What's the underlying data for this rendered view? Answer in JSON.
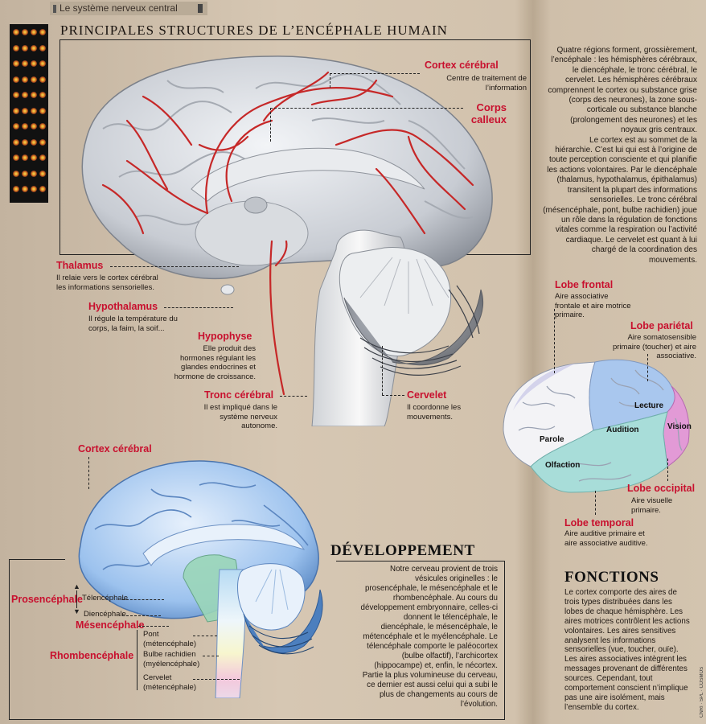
{
  "header": {
    "section": "Le système nerveux central"
  },
  "main_title": "PRINCIPALES STRUCTURES DE L’ENCÉPHALE HUMAIN",
  "intro_paragraphs": [
    "Quatre régions forment, grossièrement, l’encéphale : les hémisphères cérébraux, le diencéphale, le tronc cérébral, le cervelet. Les hémisphères cérébraux comprennent le cortex ou substance grise (corps des neurones), la zone sous-corticale ou substance blanche (prolongement des neurones) et les noyaux gris centraux.",
    "Le cortex est au sommet de la hiérarchie. C’est lui qui est à l’origine de toute perception consciente et qui planifie les actions volontaires. Par le diencéphale (thalamus, hypothalamus, épithalamus) transitent la plupart des informations sensorielles. Le tronc cérébral (mésencéphale, pont, bulbe rachidien) joue un rôle dans la régulation de fonctions vitales comme la respiration ou l’activité cardiaque. Le cervelet est quant à lui chargé de la coordination des mouvements."
  ],
  "structures": {
    "cortex": {
      "name": "Cortex cérébral",
      "desc": "Centre de traitement de l’information"
    },
    "corps_calleux": {
      "name": "Corps calleux"
    },
    "thalamus": {
      "name": "Thalamus",
      "desc": "Il relaie vers le cortex cérébral les informations sensorielles."
    },
    "hypothalamus": {
      "name": "Hypothalamus",
      "desc": "Il régule la température du corps, la faim, la soif..."
    },
    "hypophyse": {
      "name": "Hypophyse",
      "desc": "Elle produit des hormones régulant les glandes endocrines et hormone de croissance."
    },
    "tronc": {
      "name": "Tronc cérébral",
      "desc": "Il est impliqué dans le système nerveux autonome."
    },
    "cervelet": {
      "name": "Cervelet",
      "desc": "Il coordonne les mouvements."
    }
  },
  "lobes": {
    "frontal": {
      "name": "Lobe frontal",
      "desc": "Aire associative frontale et aire motrice primaire."
    },
    "parietal": {
      "name": "Lobe pariétal",
      "desc": "Aire somatosensible primaire (toucher) et aire associative."
    },
    "occipital": {
      "name": "Lobe occipital",
      "desc": "Aire visuelle primaire."
    },
    "temporal": {
      "name": "Lobe temporal",
      "desc": "Aire auditive primaire et aire associative auditive."
    },
    "areas": {
      "lecture": "Lecture",
      "audition": "Audition",
      "parole": "Parole",
      "vision": "Vision",
      "olfaction": "Olfaction"
    }
  },
  "development": {
    "title": "DÉVELOPPEMENT",
    "cortex_label": "Cortex cérébral",
    "text": "Notre cerveau provient de trois vésicules originelles : le prosencéphale, le mésencéphale et le rhombencéphale. Au cours du développement embryonnaire, celles-ci donnent le télencéphale, le diencéphale, le mésencéphale, le métencéphale et le myélencéphale. Le télencéphale comporte le paléocortex (bulbe olfactif), l’archicortex (hippocampe) et, enfin, le nécortex. Partie la plus volumineuse du cerveau, ce dernier est aussi celui qui a subi le plus de changements au cours de l’évolution.",
    "prosencephale": "Prosencéphale",
    "mesencephale": "Mésencéphale",
    "rhombencephale": "Rhombencéphale",
    "telencephale": "Télencéphale",
    "diencephale": "Diencéphale",
    "pont": "Pont",
    "pont_sub": "(métencéphale)",
    "bulbe": "Bulbe rachidien",
    "bulbe_sub": "(myélencéphale)",
    "cervelet": "Cervelet",
    "cervelet_sub": "(métencéphale)"
  },
  "functions": {
    "title": "FONCTIONS",
    "text": "Le cortex comporte des aires de trois types distribuées dans les lobes de chaque hémisphère. Les aires motrices contrôlent les actions volontaires. Les aires sensitives analysent les informations sensorielles (vue, toucher, ouïe). Les aires associatives intègrent les messages provenant de différentes sources. Cependant, tout comportement conscient n’implique pas une aire isolément, mais l’ensemble du cortex."
  },
  "credit": "CNRI · SPL · COSMOS"
}
